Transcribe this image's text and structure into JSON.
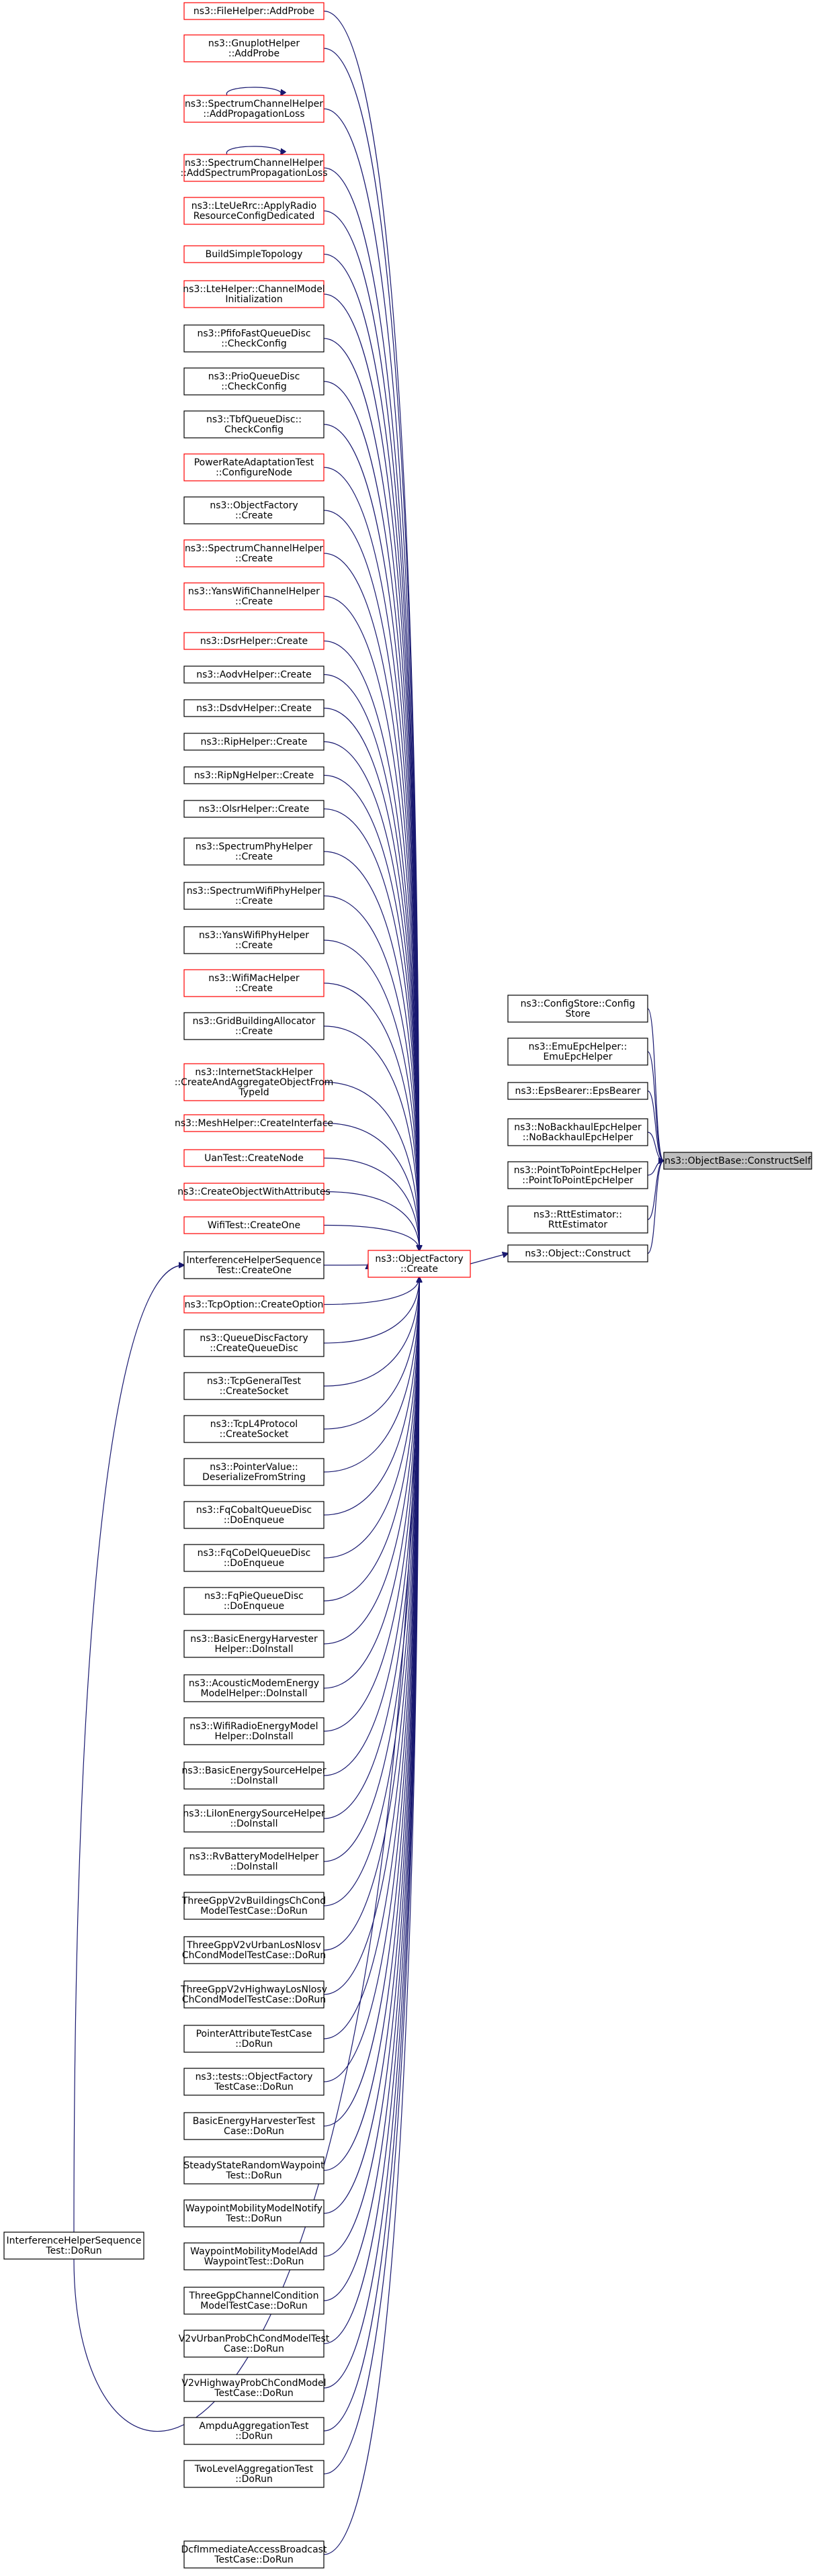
{
  "title": "",
  "colors": {
    "edge": "#191970",
    "normal_border": "#000000",
    "undocumented_border": "#ff0000",
    "highlight_fill": "#bfbfbf",
    "node_fill": "#ffffff"
  },
  "target": {
    "lines": [
      "ns3::ObjectBase::ConstructSelf"
    ]
  },
  "right_callers": [
    {
      "lines": [
        "ns3::ConfigStore::Config",
        "Store"
      ],
      "red": false
    },
    {
      "lines": [
        "ns3::EmuEpcHelper::",
        "EmuEpcHelper"
      ],
      "red": false
    },
    {
      "lines": [
        "ns3::EpsBearer::EpsBearer"
      ],
      "red": false
    },
    {
      "lines": [
        "ns3::NoBackhaulEpcHelper",
        "::NoBackhaulEpcHelper"
      ],
      "red": false
    },
    {
      "lines": [
        "ns3::PointToPointEpcHelper",
        "::PointToPointEpcHelper"
      ],
      "red": false
    },
    {
      "lines": [
        "ns3::RttEstimator::",
        "RttEstimator"
      ],
      "red": false
    },
    {
      "lines": [
        "ns3::Object::Construct"
      ],
      "red": false
    }
  ],
  "factory": {
    "lines": [
      "ns3::ObjectFactory",
      "::Create"
    ],
    "red": true
  },
  "callers": [
    {
      "lines": [
        "ns3::FileHelper::AddProbe"
      ],
      "red": true
    },
    {
      "lines": [
        "ns3::GnuplotHelper",
        "::AddProbe"
      ],
      "red": true
    },
    {
      "lines": [
        "ns3::SpectrumChannelHelper",
        "::AddPropagationLoss"
      ],
      "red": true,
      "self": true
    },
    {
      "lines": [
        "ns3::SpectrumChannelHelper",
        "::AddSpectrumPropagationLoss"
      ],
      "red": true,
      "self": true
    },
    {
      "lines": [
        "ns3::LteUeRrc::ApplyRadio",
        "ResourceConfigDedicated"
      ],
      "red": true
    },
    {
      "lines": [
        "BuildSimpleTopology"
      ],
      "red": true
    },
    {
      "lines": [
        "ns3::LteHelper::ChannelModel",
        "Initialization"
      ],
      "red": true
    },
    {
      "lines": [
        "ns3::PfifoFastQueueDisc",
        "::CheckConfig"
      ],
      "red": false
    },
    {
      "lines": [
        "ns3::PrioQueueDisc",
        "::CheckConfig"
      ],
      "red": false
    },
    {
      "lines": [
        "ns3::TbfQueueDisc::",
        "CheckConfig"
      ],
      "red": false
    },
    {
      "lines": [
        "PowerRateAdaptationTest",
        "::ConfigureNode"
      ],
      "red": true
    },
    {
      "lines": [
        "ns3::ObjectFactory",
        "::Create"
      ],
      "red": false
    },
    {
      "lines": [
        "ns3::SpectrumChannelHelper",
        "::Create"
      ],
      "red": true
    },
    {
      "lines": [
        "ns3::YansWifiChannelHelper",
        "::Create"
      ],
      "red": true
    },
    {
      "lines": [
        "ns3::DsrHelper::Create"
      ],
      "red": true
    },
    {
      "lines": [
        "ns3::AodvHelper::Create"
      ],
      "red": false
    },
    {
      "lines": [
        "ns3::DsdvHelper::Create"
      ],
      "red": false
    },
    {
      "lines": [
        "ns3::RipHelper::Create"
      ],
      "red": false
    },
    {
      "lines": [
        "ns3::RipNgHelper::Create"
      ],
      "red": false
    },
    {
      "lines": [
        "ns3::OlsrHelper::Create"
      ],
      "red": false
    },
    {
      "lines": [
        "ns3::SpectrumPhyHelper",
        "::Create"
      ],
      "red": false
    },
    {
      "lines": [
        "ns3::SpectrumWifiPhyHelper",
        "::Create"
      ],
      "red": false
    },
    {
      "lines": [
        "ns3::YansWifiPhyHelper",
        "::Create"
      ],
      "red": false
    },
    {
      "lines": [
        "ns3::WifiMacHelper",
        "::Create"
      ],
      "red": true
    },
    {
      "lines": [
        "ns3::GridBuildingAllocator",
        "::Create"
      ],
      "red": false
    },
    {
      "lines": [
        "ns3::InternetStackHelper",
        "::CreateAndAggregateObjectFrom",
        "TypeId"
      ],
      "red": true
    },
    {
      "lines": [
        "ns3::MeshHelper::CreateInterface"
      ],
      "red": true
    },
    {
      "lines": [
        "UanTest::CreateNode"
      ],
      "red": true
    },
    {
      "lines": [
        "ns3::CreateObjectWithAttributes"
      ],
      "red": true
    },
    {
      "lines": [
        "WifiTest::CreateOne"
      ],
      "red": true
    },
    {
      "lines": [
        "InterferenceHelperSequence",
        "Test::CreateOne"
      ],
      "red": false
    },
    {
      "lines": [
        "ns3::TcpOption::CreateOption"
      ],
      "red": true
    },
    {
      "lines": [
        "ns3::QueueDiscFactory",
        "::CreateQueueDisc"
      ],
      "red": false
    },
    {
      "lines": [
        "ns3::TcpGeneralTest",
        "::CreateSocket"
      ],
      "red": false
    },
    {
      "lines": [
        "ns3::TcpL4Protocol",
        "::CreateSocket"
      ],
      "red": false
    },
    {
      "lines": [
        "ns3::PointerValue::",
        "DeserializeFromString"
      ],
      "red": false
    },
    {
      "lines": [
        "ns3::FqCobaltQueueDisc",
        "::DoEnqueue"
      ],
      "red": false
    },
    {
      "lines": [
        "ns3::FqCoDelQueueDisc",
        "::DoEnqueue"
      ],
      "red": false
    },
    {
      "lines": [
        "ns3::FqPieQueueDisc",
        "::DoEnqueue"
      ],
      "red": false
    },
    {
      "lines": [
        "ns3::BasicEnergyHarvester",
        "Helper::DoInstall"
      ],
      "red": false
    },
    {
      "lines": [
        "ns3::AcousticModemEnergy",
        "ModelHelper::DoInstall"
      ],
      "red": false
    },
    {
      "lines": [
        "ns3::WifiRadioEnergyModel",
        "Helper::DoInstall"
      ],
      "red": false
    },
    {
      "lines": [
        "ns3::BasicEnergySourceHelper",
        "::DoInstall"
      ],
      "red": false
    },
    {
      "lines": [
        "ns3::LiIonEnergySourceHelper",
        "::DoInstall"
      ],
      "red": false
    },
    {
      "lines": [
        "ns3::RvBatteryModelHelper",
        "::DoInstall"
      ],
      "red": false
    },
    {
      "lines": [
        "ThreeGppV2vBuildingsChCond",
        "ModelTestCase::DoRun"
      ],
      "red": false
    },
    {
      "lines": [
        "ThreeGppV2vUrbanLosNlosv",
        "ChCondModelTestCase::DoRun"
      ],
      "red": false
    },
    {
      "lines": [
        "ThreeGppV2vHighwayLosNlosv",
        "ChCondModelTestCase::DoRun"
      ],
      "red": false
    },
    {
      "lines": [
        "PointerAttributeTestCase",
        "::DoRun"
      ],
      "red": false
    },
    {
      "lines": [
        "ns3::tests::ObjectFactory",
        "TestCase::DoRun"
      ],
      "red": false
    },
    {
      "lines": [
        "BasicEnergyHarvesterTest",
        "Case::DoRun"
      ],
      "red": false
    },
    {
      "lines": [
        "SteadyStateRandomWaypoint",
        "Test::DoRun"
      ],
      "red": false
    },
    {
      "lines": [
        "WaypointMobilityModelNotify",
        "Test::DoRun"
      ],
      "red": false
    },
    {
      "lines": [
        "WaypointMobilityModelAdd",
        "WaypointTest::DoRun"
      ],
      "red": false
    },
    {
      "lines": [
        "ThreeGppChannelCondition",
        "ModelTestCase::DoRun"
      ],
      "red": false
    },
    {
      "lines": [
        "V2vUrbanProbChCondModelTest",
        "Case::DoRun"
      ],
      "red": false
    },
    {
      "lines": [
        "V2vHighwayProbChCondModel",
        "TestCase::DoRun"
      ],
      "red": false
    },
    {
      "lines": [
        "AmpduAggregationTest",
        "::DoRun"
      ],
      "red": false
    },
    {
      "lines": [
        "TwoLevelAggregationTest",
        "::DoRun"
      ],
      "red": false
    },
    {
      "lines": [
        "DcfImmediateAccessBroadcast",
        "TestCase::DoRun"
      ],
      "red": false
    }
  ],
  "far_left": {
    "lines": [
      "InterferenceHelperSequence",
      "Test::DoRun"
    ],
    "red": false
  }
}
